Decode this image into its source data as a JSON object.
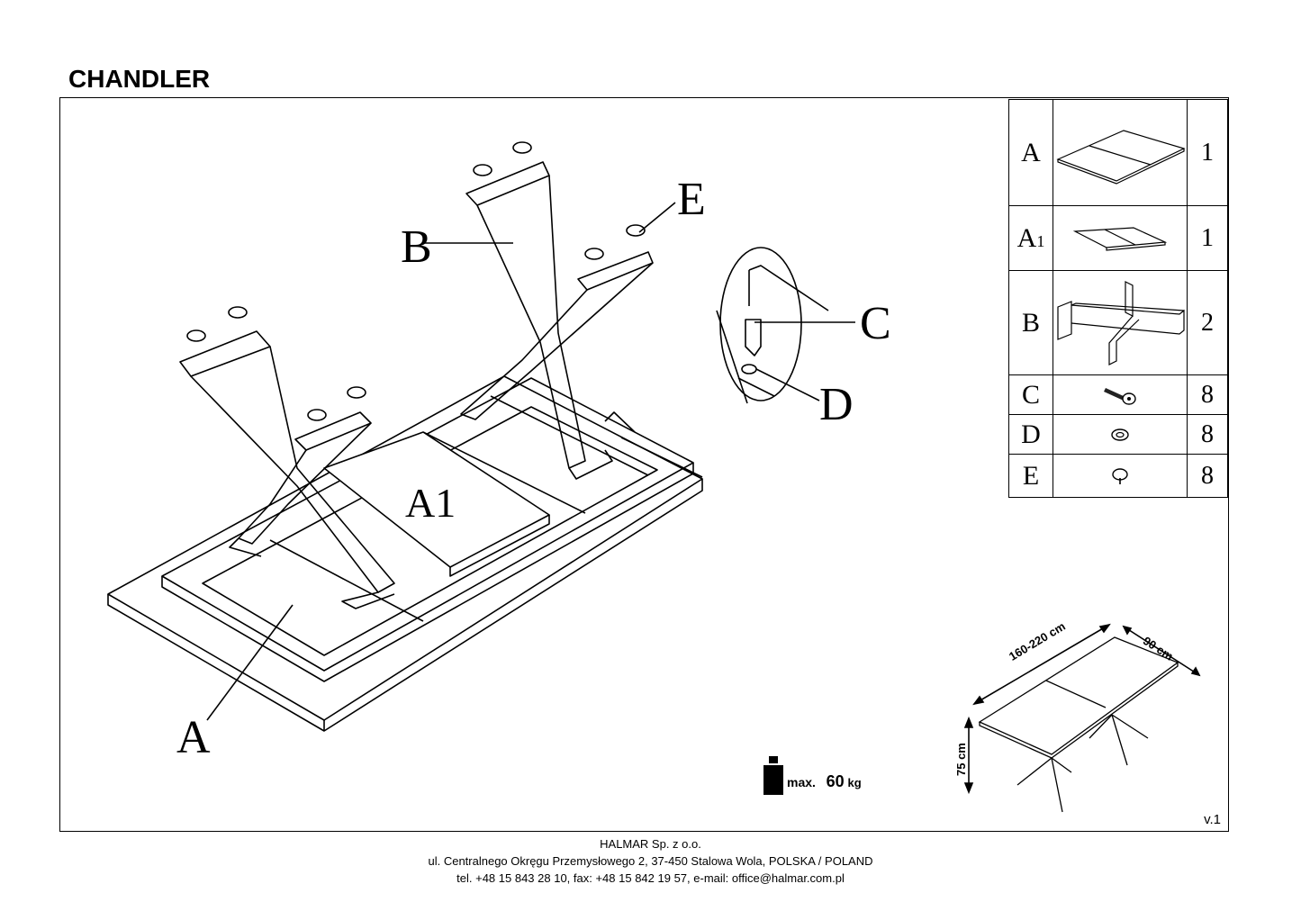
{
  "header": {
    "title": "CHANDLER"
  },
  "diagram": {
    "callouts": [
      "A",
      "A1",
      "B",
      "C",
      "D",
      "E"
    ]
  },
  "parts": [
    {
      "label": "A",
      "sub": "",
      "qty": "1",
      "icon": "tabletop-icon"
    },
    {
      "label": "A",
      "sub": "1",
      "qty": "1",
      "icon": "extension-leaf-icon"
    },
    {
      "label": "B",
      "sub": "",
      "qty": "2",
      "icon": "x-leg-base-icon"
    },
    {
      "label": "C",
      "sub": "",
      "qty": "8",
      "icon": "screw-icon"
    },
    {
      "label": "D",
      "sub": "",
      "qty": "8",
      "icon": "washer-icon"
    },
    {
      "label": "E",
      "sub": "",
      "qty": "8",
      "icon": "foot-glide-icon"
    }
  ],
  "load": {
    "prefix": "max.",
    "value": "60",
    "unit": "kg"
  },
  "dimensions": {
    "length": "160-220 cm",
    "width": "90 cm",
    "height": "75 cm"
  },
  "version": "v.1",
  "footer": {
    "company": "HALMAR Sp. z o.o.",
    "address": "ul. Centralnego Okręgu Przemysłowego 2, 37-450 Stalowa Wola, POLSKA / POLAND",
    "contact": "tel. +48 15 843 28 10, fax: +48 15 842 19 57, e-mail: office@halmar.com.pl"
  }
}
